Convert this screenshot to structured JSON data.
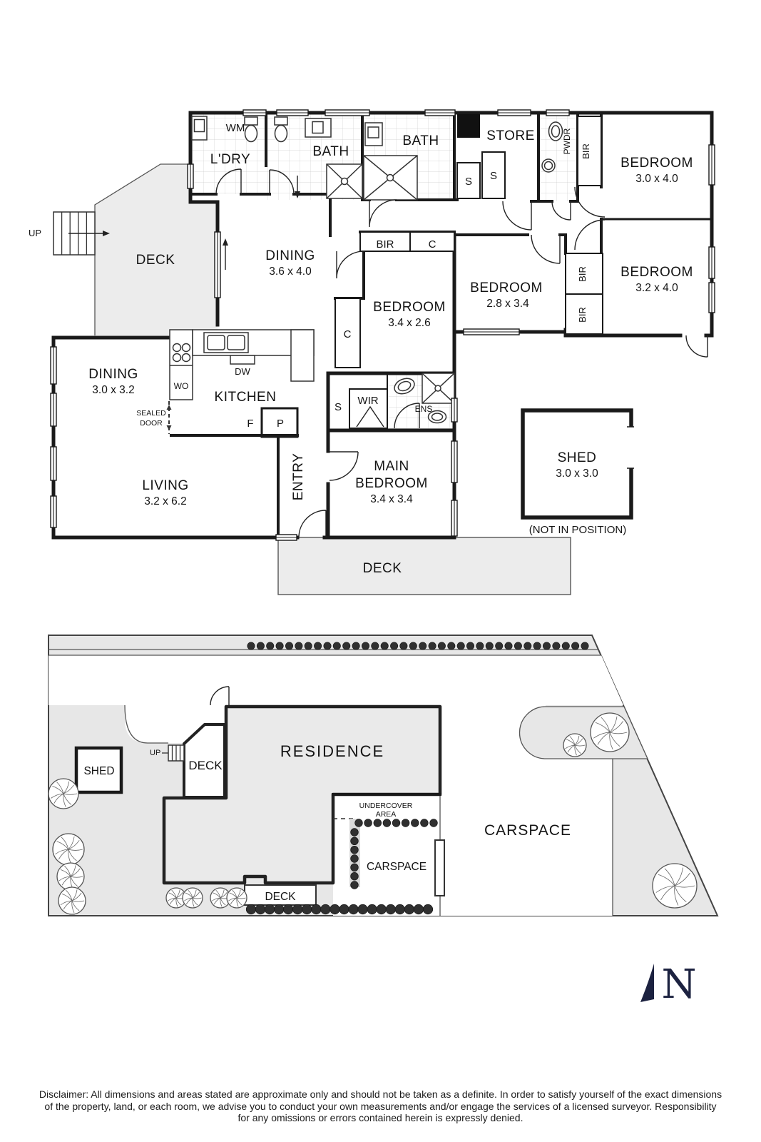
{
  "fp": {
    "wm": "WM",
    "ldry": "L'DRY",
    "bath": "BATH",
    "store": "STORE",
    "pwdr": "PWDR",
    "bir": "BIR",
    "s": "S",
    "c": "C",
    "bed1l": "BEDROOM",
    "bed1d": "3.0 x 4.0",
    "bed2l": "BEDROOM",
    "bed2d": "3.2 x 4.0",
    "bed3l": "BEDROOM",
    "bed3d": "2.8 x 3.4",
    "bed4l": "BEDROOM",
    "bed4d": "3.4 x 2.6",
    "din1l": "DINING",
    "din1d": "3.6 x 4.0",
    "din2l": "DINING",
    "din2d": "3.0 x 3.2",
    "kitchen": "KITCHEN",
    "dw": "DW",
    "wo": "WO",
    "f": "F",
    "p": "P",
    "sealed1": "SEALED",
    "sealed2": "DOOR",
    "livl": "LIVING",
    "livd": "3.2 x 6.2",
    "entry": "ENTRY",
    "wir": "WIR",
    "ens": "ENS",
    "main1": "MAIN",
    "main2": "BEDROOM",
    "maind": "3.4 x 3.4",
    "deck": "DECK",
    "up": "UP",
    "shedl": "SHED",
    "shedd": "3.0 x 3.0",
    "shednote": "(NOT IN POSITION)"
  },
  "site": {
    "shed": "SHED",
    "up": "UP",
    "deck": "DECK",
    "residence": "RESIDENCE",
    "uc1": "UNDERCOVER",
    "uc2": "AREA",
    "carspace_small": "CARSPACE",
    "carspace_large": "CARSPACE",
    "deck_bottom": "DECK"
  },
  "compass": {
    "n": "N"
  },
  "colors": {
    "wall": "#1a1a1a",
    "deck_fill": "#ececec",
    "garden_fill": "#e7e7e7",
    "residence_fill": "#eaeaea",
    "hedge": "#303030",
    "north": "#1c2240"
  },
  "disclaimer": {
    "l1": "Disclaimer: All dimensions and areas stated are approximate only and should not be taken as a definite. In order to satisfy yourself of the exact dimensions",
    "l2": "of the property, land, or each room, we advise you to conduct your own measurements and/or engage the services of a licensed surveyor. Responsibility",
    "l3": "for any omissions or errors contained herein is expressly denied."
  }
}
